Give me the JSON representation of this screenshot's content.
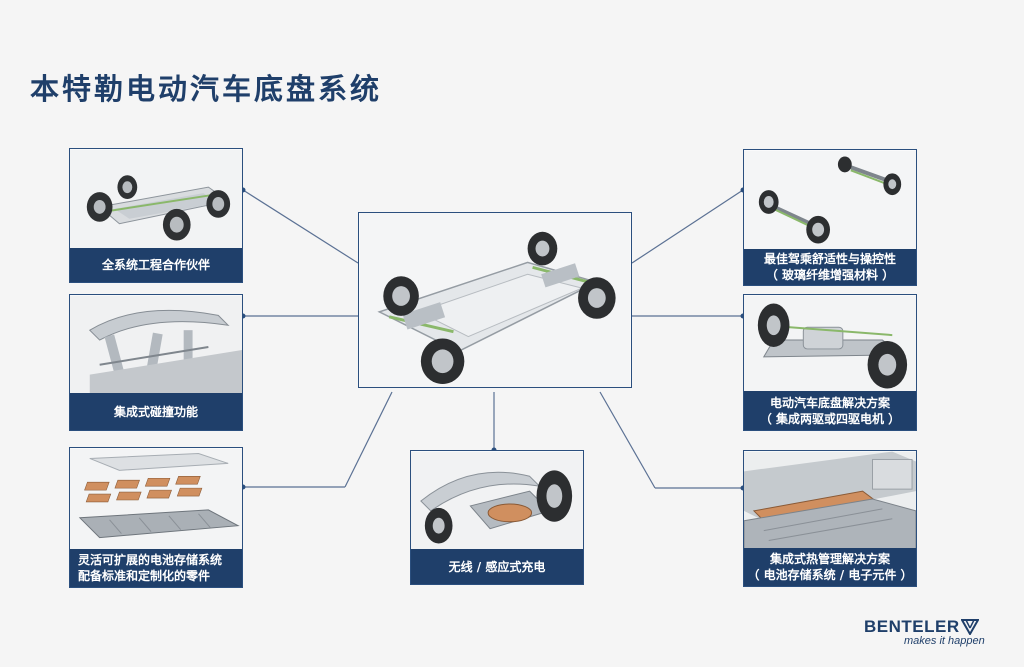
{
  "title": "本特勒电动汽车底盘系统",
  "colors": {
    "navy": "#1f3f6a",
    "connector": "#5b7194",
    "frame": "#2b4f7e"
  },
  "cards": [
    {
      "id": "full-system",
      "lines": [
        "全系统工程合作伙伴"
      ],
      "icon": "rolling-chassis-image"
    },
    {
      "id": "crash",
      "lines": [
        "集成式碰撞功能"
      ],
      "icon": "crash-structure-image"
    },
    {
      "id": "battery",
      "lines": [
        "灵活可扩展的电池存储系统",
        "配备标准和定制化的零件"
      ],
      "icon": "battery-modules-image"
    },
    {
      "id": "wireless",
      "lines": [
        "无线 / 感应式充电"
      ],
      "icon": "inductive-charging-image"
    },
    {
      "id": "comfort",
      "lines": [
        "最佳驾乘舒适性与操控性",
        "（ 玻璃纤维增强材料 ）"
      ],
      "icon": "axles-image"
    },
    {
      "id": "drive",
      "lines": [
        "电动汽车底盘解决方案",
        "（ 集成两驱或四驱电机 ）"
      ],
      "icon": "drive-axle-image"
    },
    {
      "id": "thermal",
      "lines": [
        "集成式热管理解决方案",
        "（ 电池存储系统 / 电子元件 ）"
      ],
      "icon": "thermal-battery-image"
    }
  ],
  "center_icon": "ev-platform-image",
  "logo": {
    "word": "BENTELER",
    "tagline": "makes it happen",
    "icon": "benteler-triangle-logo"
  }
}
